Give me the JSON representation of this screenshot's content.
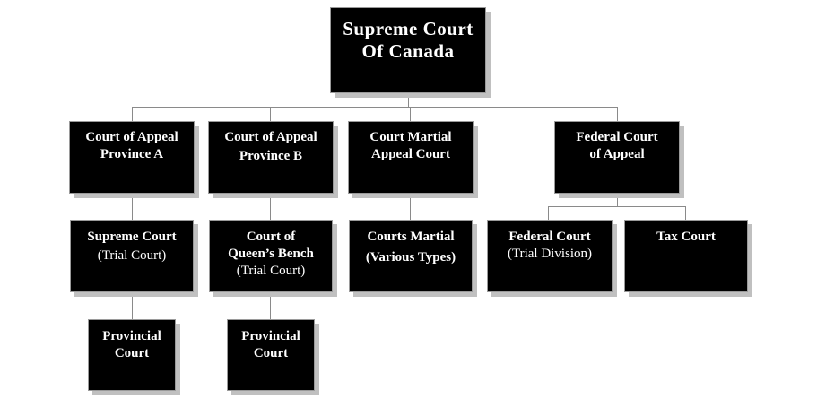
{
  "diagram": {
    "title": "Court structure of Canada",
    "colors": {
      "box_fill": "#000000",
      "box_text": "#ffffff",
      "shadow": "#c0c0c0",
      "connector": "#8a8a8a",
      "background": "#ffffff"
    },
    "nodes": {
      "supreme_court_canada": {
        "lines": [
          "Supreme Court",
          "Of Canada"
        ],
        "sub": ""
      },
      "appeal_province_a": {
        "lines": [
          "Court of Appeal",
          "Province A"
        ],
        "sub": ""
      },
      "appeal_province_b": {
        "lines": [
          "Court of Appeal",
          "Province B"
        ],
        "sub": ""
      },
      "court_martial_appeal": {
        "lines": [
          "Court Martial",
          "Appeal Court"
        ],
        "sub": ""
      },
      "federal_court_appeal": {
        "lines": [
          "Federal Court",
          "of Appeal"
        ],
        "sub": ""
      },
      "supreme_court_trial": {
        "lines": [
          "Supreme Court"
        ],
        "sub": "(Trial Court)"
      },
      "queens_bench": {
        "lines": [
          "Court of",
          "Queen’s Bench"
        ],
        "sub": "(Trial Court)"
      },
      "courts_martial": {
        "lines": [
          "Courts Martial",
          "(Various Types)"
        ],
        "sub": ""
      },
      "federal_court_trial": {
        "lines": [
          "Federal Court"
        ],
        "sub": "(Trial Division)"
      },
      "tax_court": {
        "lines": [
          "Tax Court"
        ],
        "sub": ""
      },
      "provincial_court_a": {
        "lines": [
          "Provincial",
          "Court"
        ],
        "sub": ""
      },
      "provincial_court_b": {
        "lines": [
          "Provincial",
          "Court"
        ],
        "sub": ""
      }
    },
    "edges": [
      [
        "supreme_court_canada",
        "appeal_province_a"
      ],
      [
        "supreme_court_canada",
        "appeal_province_b"
      ],
      [
        "supreme_court_canada",
        "court_martial_appeal"
      ],
      [
        "supreme_court_canada",
        "federal_court_appeal"
      ],
      [
        "appeal_province_a",
        "supreme_court_trial"
      ],
      [
        "appeal_province_b",
        "queens_bench"
      ],
      [
        "court_martial_appeal",
        "courts_martial"
      ],
      [
        "federal_court_appeal",
        "federal_court_trial"
      ],
      [
        "federal_court_appeal",
        "tax_court"
      ],
      [
        "supreme_court_trial",
        "provincial_court_a"
      ],
      [
        "queens_bench",
        "provincial_court_b"
      ]
    ]
  }
}
